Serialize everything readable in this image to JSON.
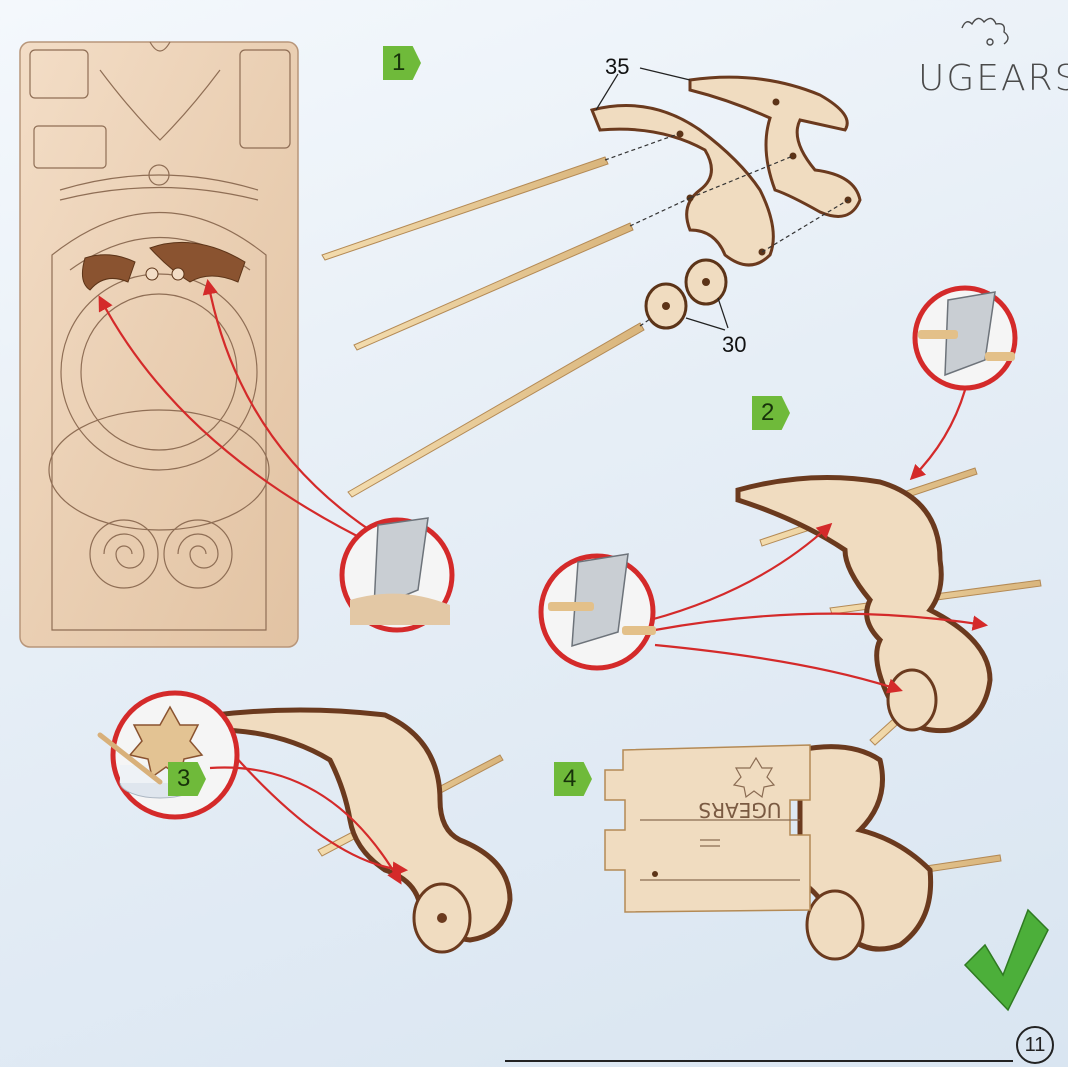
{
  "brand": {
    "name": "UGEARS"
  },
  "steps": [
    {
      "number": "1"
    },
    {
      "number": "2"
    },
    {
      "number": "3"
    },
    {
      "number": "4"
    }
  ],
  "part_callouts": [
    "35",
    "30"
  ],
  "engraving": {
    "text": "UGEARS"
  },
  "page_number": "11",
  "colors": {
    "step_badge": "#6fba3a",
    "arrow": "#d42a2a",
    "check": "#4caf3a",
    "plywood": "#f0dcc0",
    "plywood_edge": "#6b3a1e"
  },
  "icons": [
    "gear-logo-icon",
    "utility-knife-icon",
    "glue-pot-icon",
    "checkmark-icon"
  ]
}
